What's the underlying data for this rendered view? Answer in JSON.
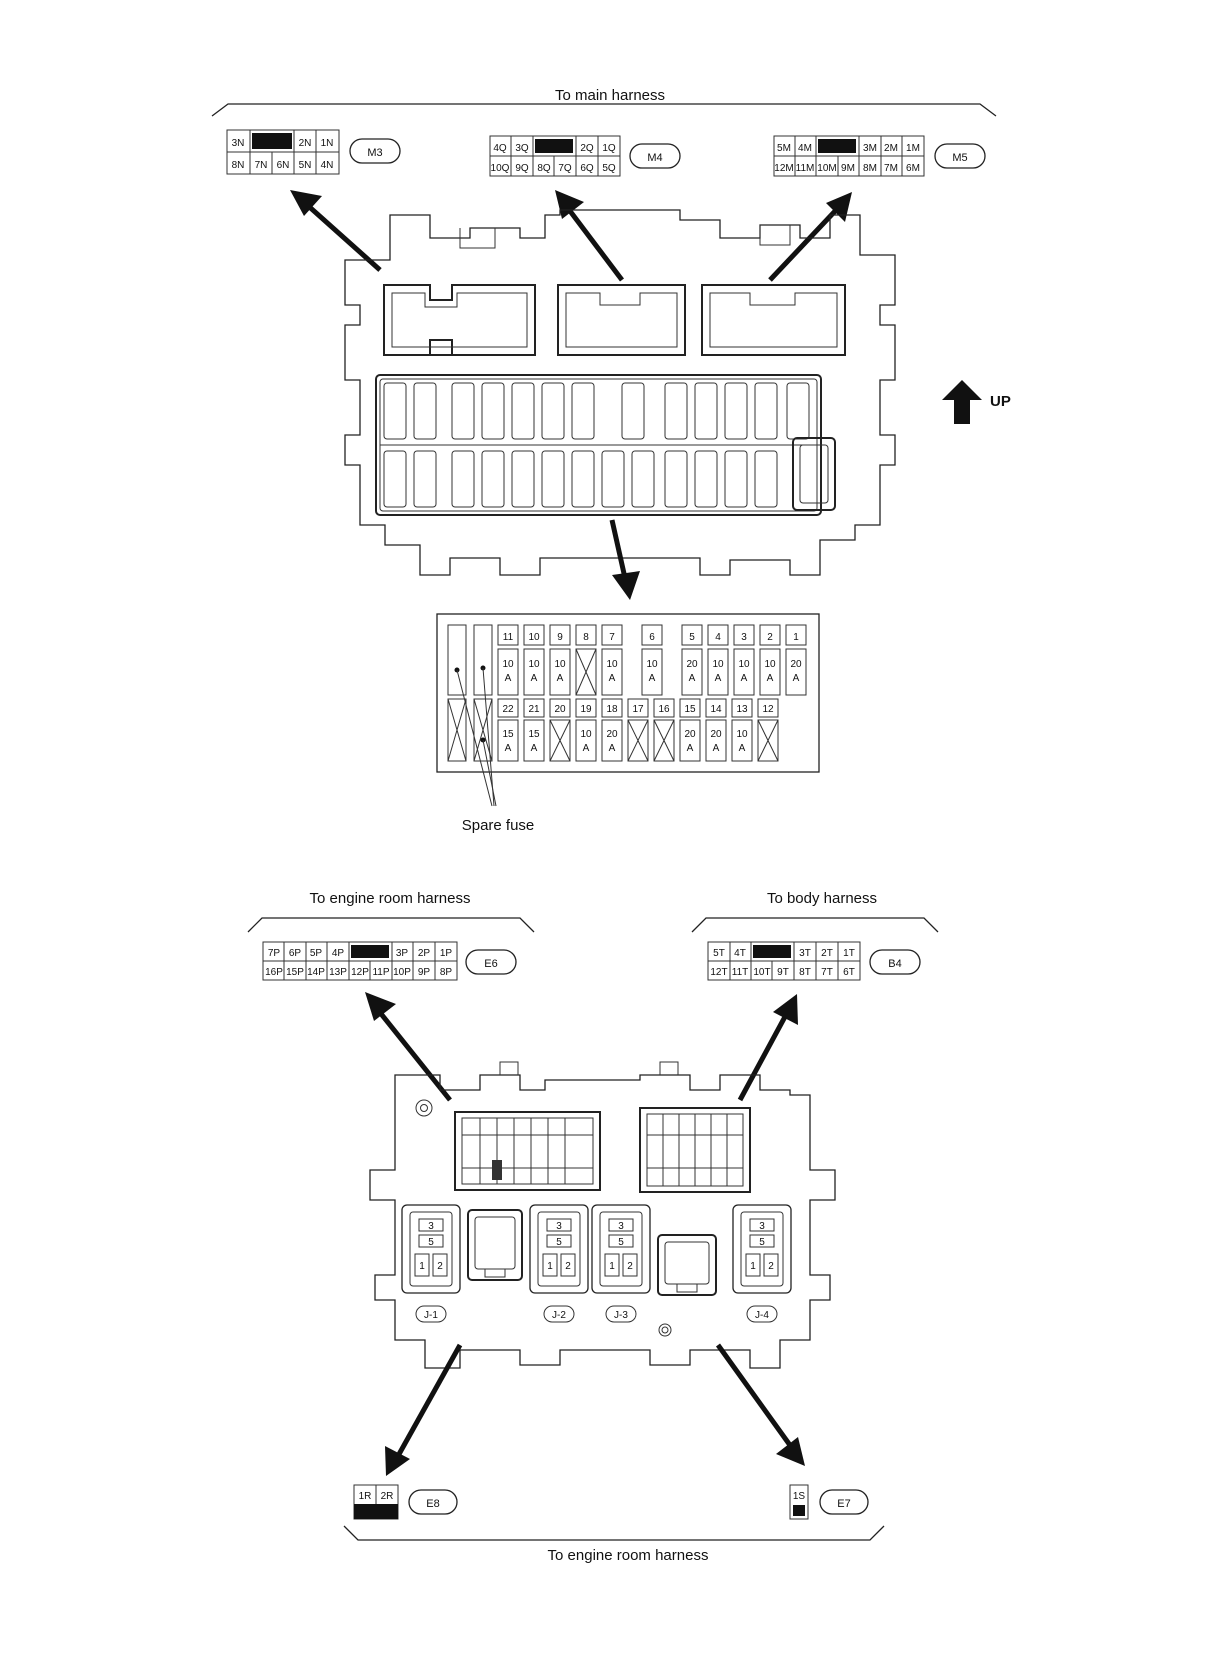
{
  "labels": {
    "to_main_harness": "To main harness",
    "up": "UP",
    "spare_fuse": "Spare fuse",
    "to_engine_room_harness_top": "To engine room harness",
    "to_body_harness": "To body harness",
    "to_engine_room_harness_bottom": "To engine room harness"
  },
  "connectors": {
    "m3": {
      "id": "M3",
      "row1": [
        "3N",
        "",
        "2N",
        "1N"
      ],
      "row2": [
        "8N",
        "7N",
        "6N",
        "5N",
        "4N"
      ]
    },
    "m4": {
      "id": "M4",
      "row1": [
        "4Q",
        "3Q",
        "",
        "2Q",
        "1Q"
      ],
      "row2": [
        "10Q",
        "9Q",
        "8Q",
        "7Q",
        "6Q",
        "5Q"
      ]
    },
    "m5": {
      "id": "M5",
      "row1": [
        "5M",
        "4M",
        "",
        "3M",
        "2M",
        "1M"
      ],
      "row2": [
        "12M",
        "11M",
        "10M",
        "9M",
        "8M",
        "7M",
        "6M"
      ]
    },
    "e6": {
      "id": "E6",
      "row1": [
        "7P",
        "6P",
        "5P",
        "4P",
        "",
        "3P",
        "2P",
        "1P"
      ],
      "row2": [
        "16P",
        "15P",
        "14P",
        "13P",
        "12P",
        "11P",
        "10P",
        "9P",
        "8P"
      ]
    },
    "b4": {
      "id": "B4",
      "row1": [
        "5T",
        "4T",
        "",
        "3T",
        "2T",
        "1T"
      ],
      "row2": [
        "12T",
        "11T",
        "10T",
        "9T",
        "8T",
        "7T",
        "6T"
      ]
    },
    "e8": {
      "id": "E8",
      "pins": [
        "1R",
        "2R"
      ]
    },
    "e7": {
      "id": "E7",
      "pins": [
        "1S"
      ]
    }
  },
  "fuses_top": [
    {
      "n": "11",
      "a": "10",
      "u": "A"
    },
    {
      "n": "10",
      "a": "10",
      "u": "A"
    },
    {
      "n": "9",
      "a": "10",
      "u": "A"
    },
    {
      "n": "8",
      "a": "",
      "u": ""
    },
    {
      "n": "7",
      "a": "10",
      "u": "A"
    },
    {
      "n": "6",
      "a": "10",
      "u": "A"
    },
    {
      "n": "5",
      "a": "20",
      "u": "A"
    },
    {
      "n": "4",
      "a": "10",
      "u": "A"
    },
    {
      "n": "3",
      "a": "10",
      "u": "A"
    },
    {
      "n": "2",
      "a": "10",
      "u": "A"
    },
    {
      "n": "1",
      "a": "20",
      "u": "A"
    }
  ],
  "fuses_bottom": [
    {
      "n": "22",
      "a": "15",
      "u": "A"
    },
    {
      "n": "21",
      "a": "15",
      "u": "A"
    },
    {
      "n": "20",
      "a": "",
      "u": ""
    },
    {
      "n": "19",
      "a": "10",
      "u": "A"
    },
    {
      "n": "18",
      "a": "20",
      "u": "A"
    },
    {
      "n": "17",
      "a": "",
      "u": ""
    },
    {
      "n": "16",
      "a": "",
      "u": ""
    },
    {
      "n": "15",
      "a": "20",
      "u": "A"
    },
    {
      "n": "14",
      "a": "20",
      "u": "A"
    },
    {
      "n": "13",
      "a": "10",
      "u": "A"
    },
    {
      "n": "12",
      "a": "",
      "u": ""
    }
  ],
  "relays": [
    {
      "id": "J-1",
      "pins": [
        "3",
        "5",
        "1",
        "2"
      ]
    },
    {
      "id": "J-2",
      "pins": [
        "3",
        "5",
        "1",
        "2"
      ]
    },
    {
      "id": "J-3",
      "pins": [
        "3",
        "5",
        "1",
        "2"
      ]
    },
    {
      "id": "J-4",
      "pins": [
        "3",
        "5",
        "1",
        "2"
      ]
    }
  ]
}
